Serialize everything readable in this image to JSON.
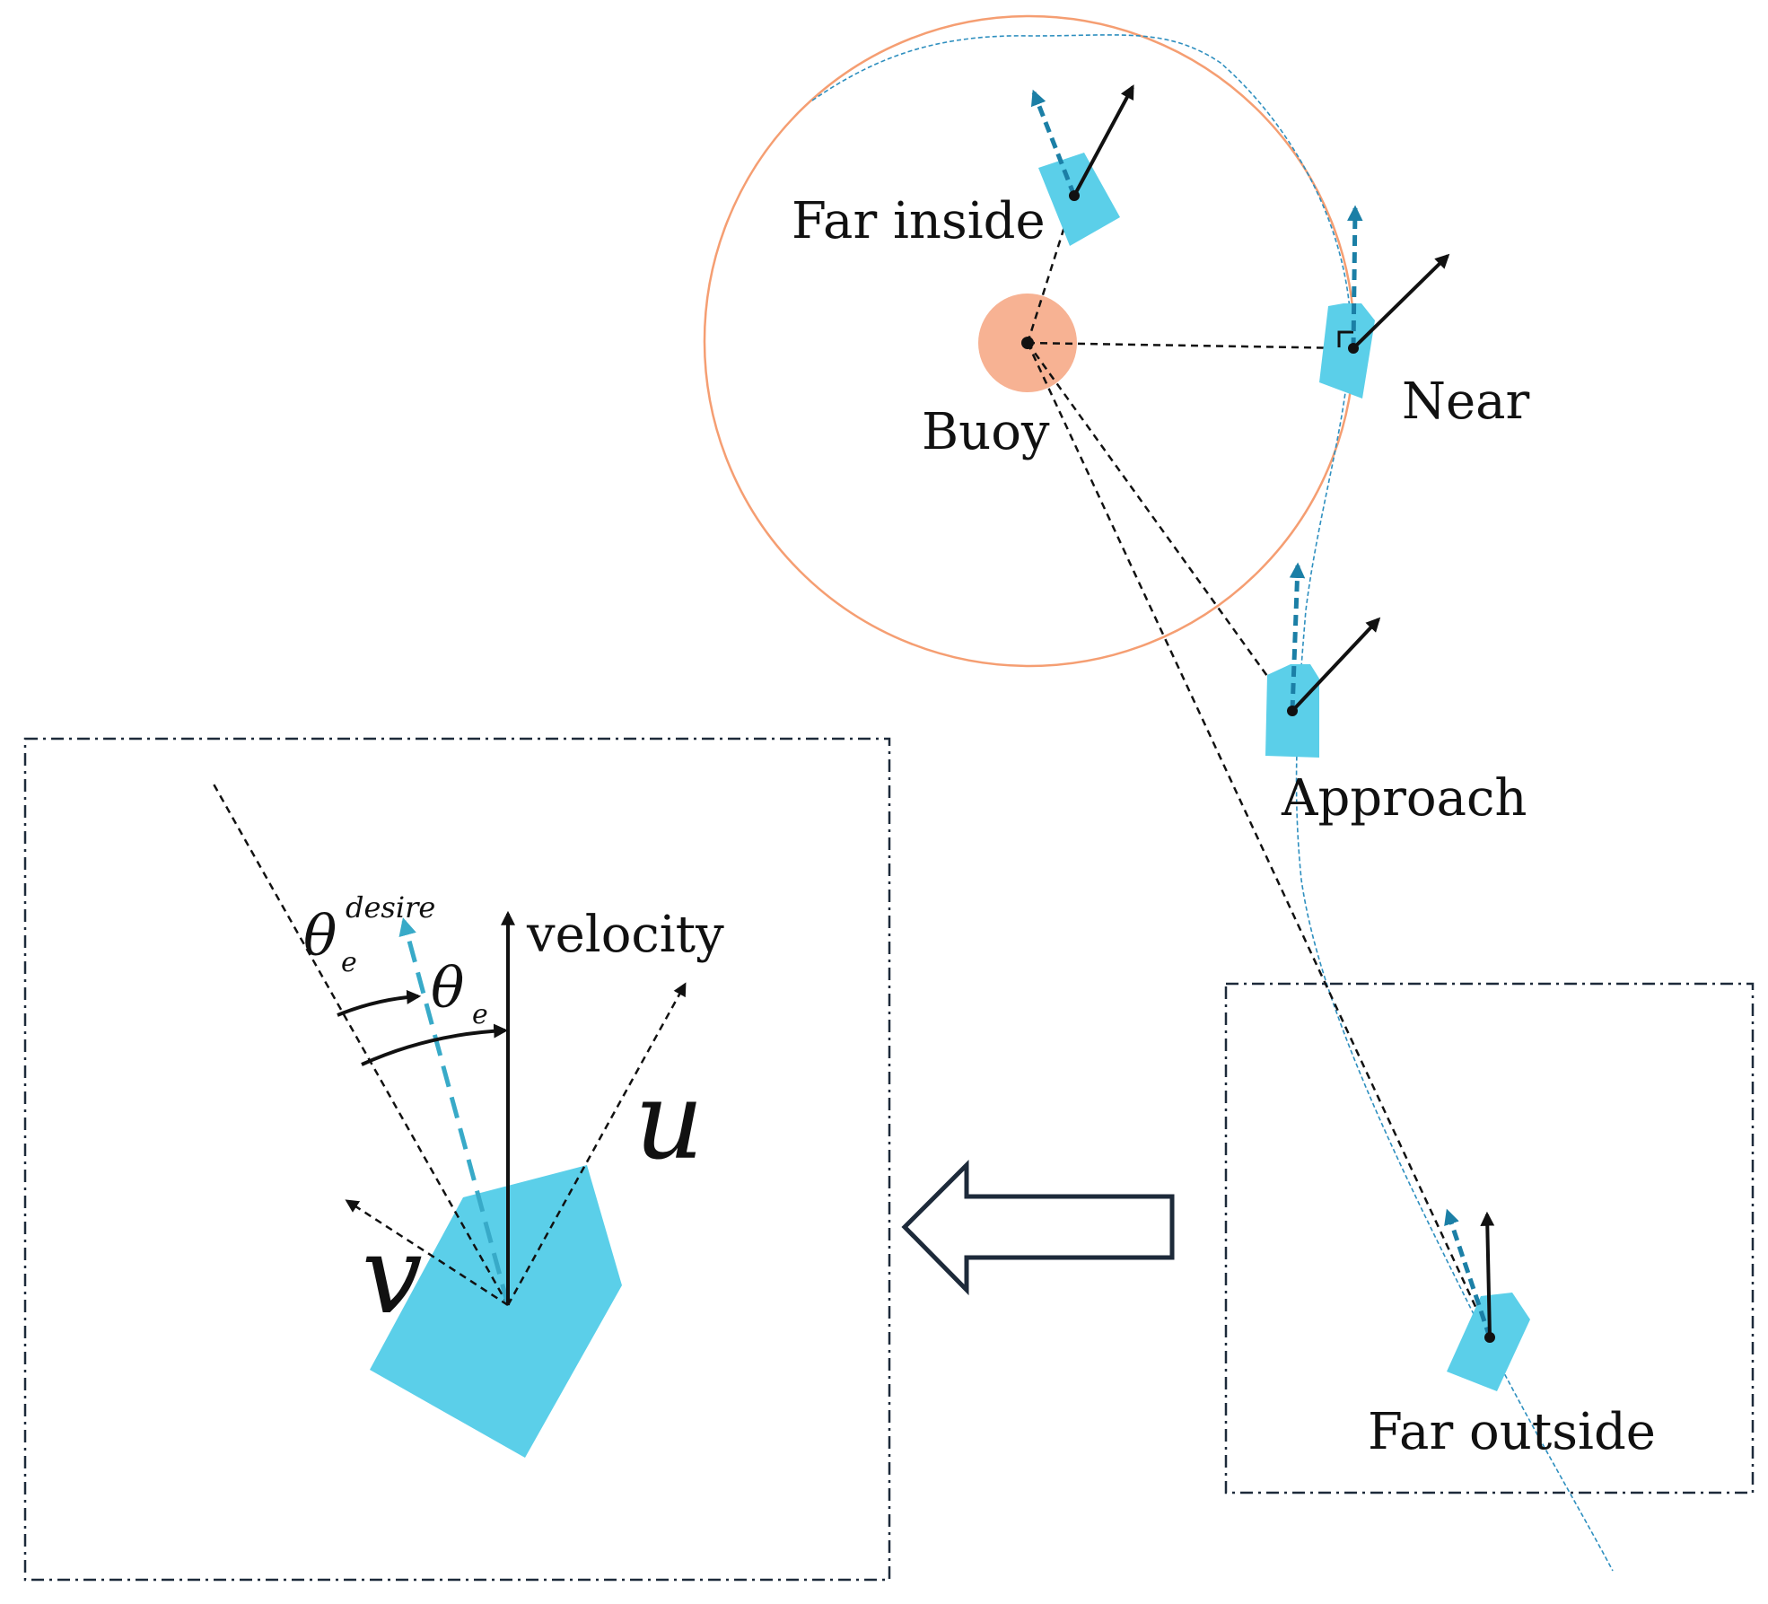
{
  "colors": {
    "boat": "#5bcfe9",
    "buoy_fill": "#f7b293",
    "circle": "#f59e72",
    "desired": "#1b7fa6",
    "desired_light": "#38aac8",
    "path": "#2e8fbf",
    "black": "#111111",
    "box": "#1d2a3a"
  },
  "labels": {
    "buoy": "Buoy",
    "far_inside": "Far inside",
    "near": "Near",
    "approach": "Approach",
    "far_outside": "Far outside",
    "velocity": "velocity",
    "u": "u",
    "v": "v",
    "theta": "θ",
    "sub_e": "e",
    "sup_desire": "desire"
  },
  "icons": {
    "zoom_arrow": "hollow-left-arrow"
  }
}
